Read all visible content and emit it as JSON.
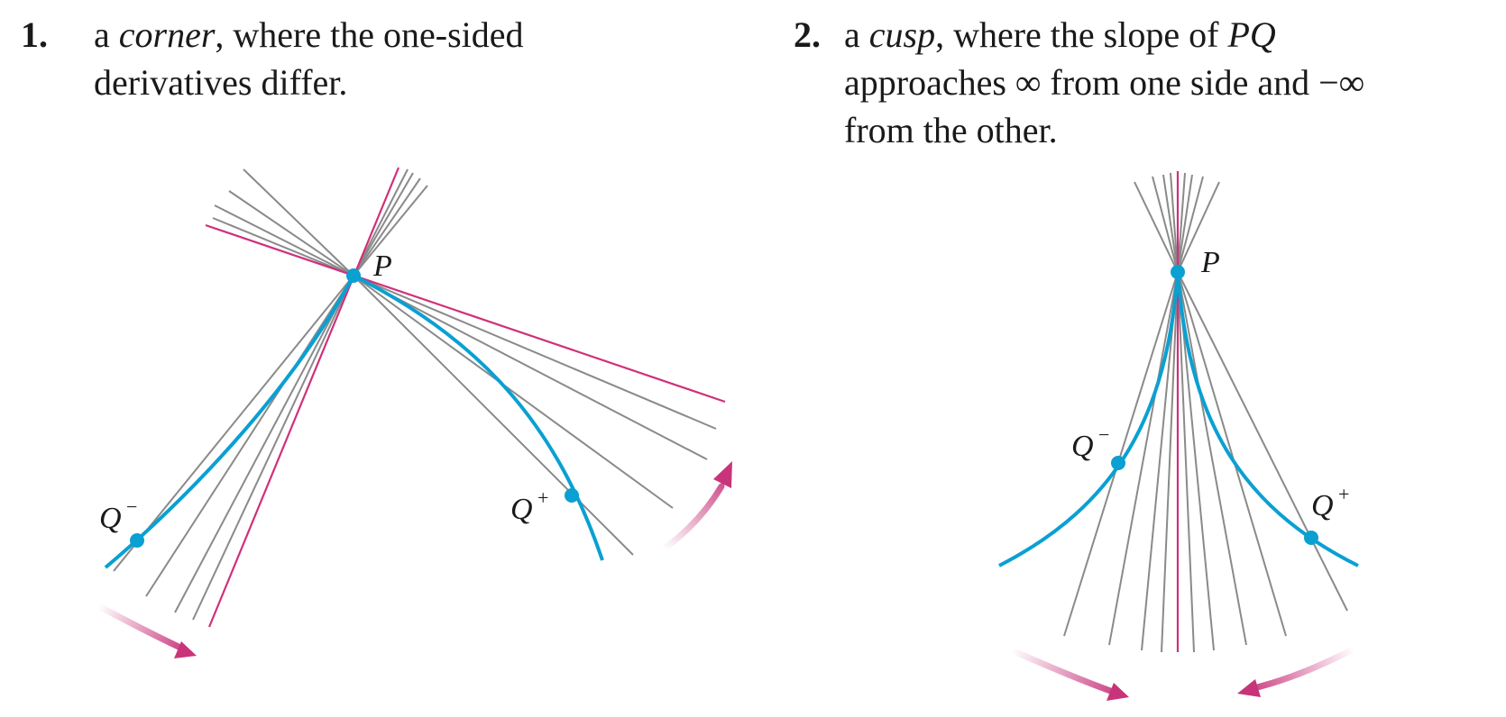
{
  "item1": {
    "number": "1.",
    "line1_pre": "a ",
    "line1_em": "corner",
    "line1_post": ", where the one-sided",
    "line2": "derivatives differ."
  },
  "item2": {
    "number": "2.",
    "line1_pre": "a ",
    "line1_em": "cusp",
    "line1_mid": ", where the slope of ",
    "line1_em2": "PQ",
    "line2": "approaches ∞ from one side and −∞",
    "line3": "from the other."
  },
  "labels": {
    "P": "P",
    "Q": "Q",
    "minus": "−",
    "plus": "+"
  },
  "colors": {
    "curve": "#0aa0d2",
    "tangent": "#d0307a",
    "secant": "#8a8a8a",
    "arrow": "#c8347a"
  }
}
